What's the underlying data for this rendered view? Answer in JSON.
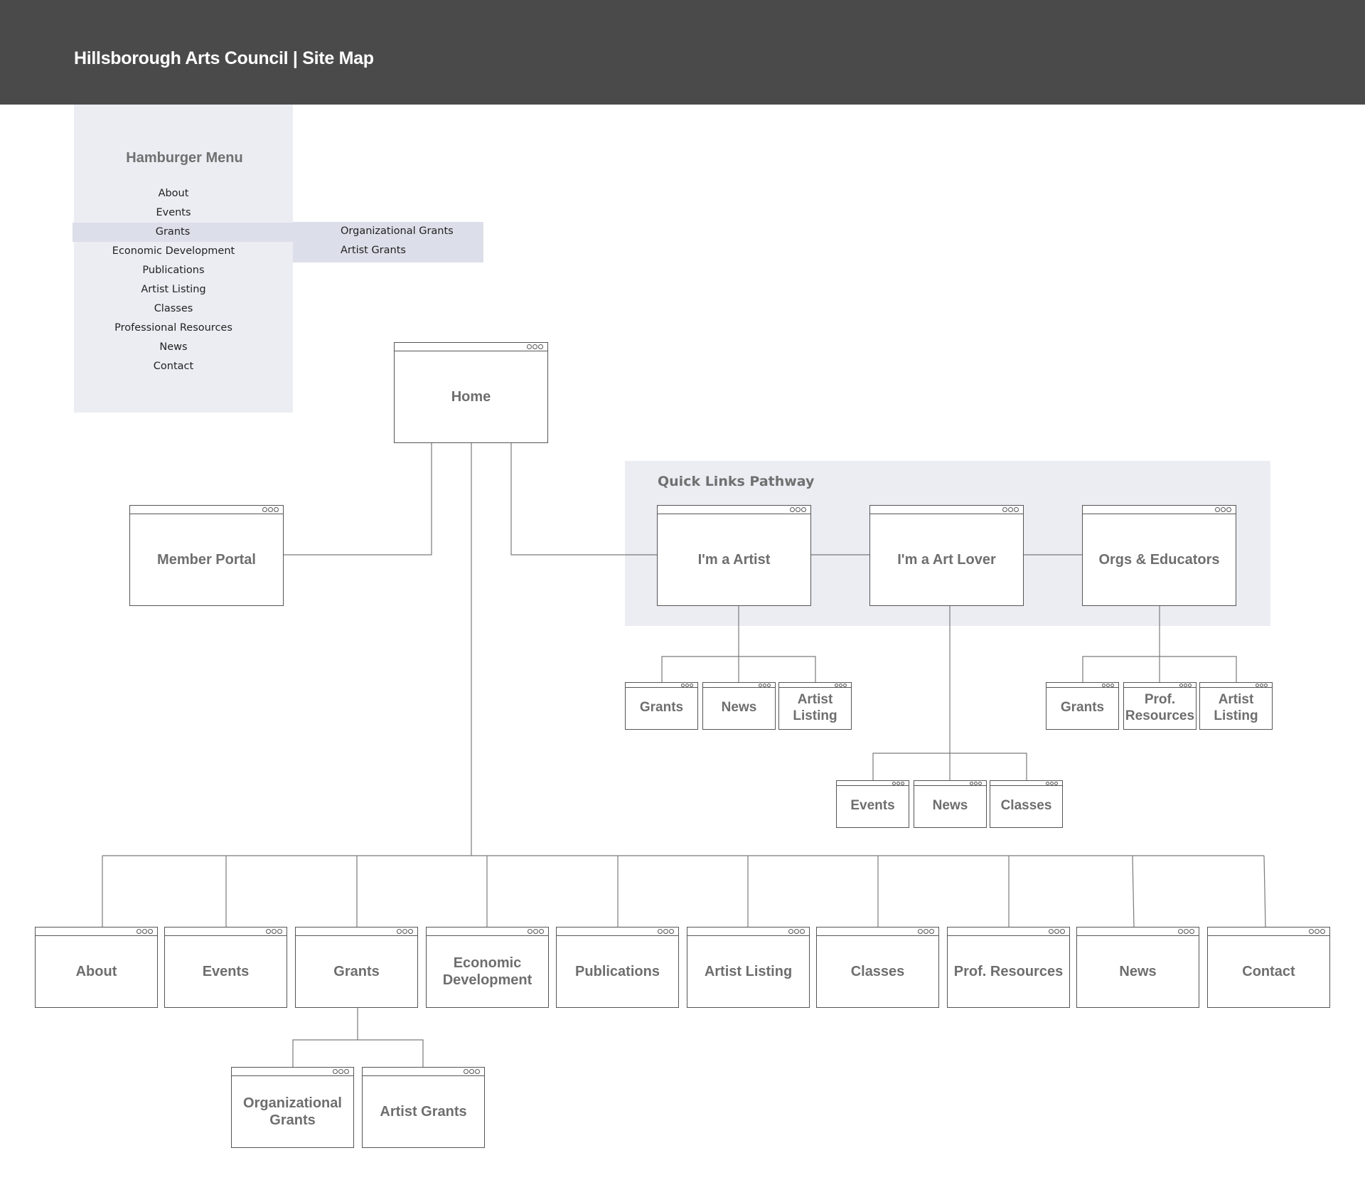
{
  "header": {
    "title": "Hillsborough Arts Council | Site Map"
  },
  "menu": {
    "title": "Hamburger Menu",
    "items": [
      "About",
      "Events",
      "Grants",
      "Economic Development",
      "Publications",
      "Artist Listing",
      "Classes",
      "Professional Resources",
      "News",
      "Contact"
    ],
    "active_item": "Grants",
    "submenu": [
      "Organizational Grants",
      "Artist Grants"
    ]
  },
  "quick_links": {
    "title": "Quick Links Pathway"
  },
  "pages": {
    "home": "Home",
    "member_portal": "Member Portal",
    "artist": "I'm a Artist",
    "art_lover": "I'm a Art Lover",
    "orgs": "Orgs & Educators",
    "artist_children": [
      "Grants",
      "News",
      "Artist Listing"
    ],
    "lover_children": [
      "Events",
      "News",
      "Classes"
    ],
    "orgs_children": [
      "Grants",
      "Prof. Resources",
      "Artist Listing"
    ],
    "main_children": [
      "About",
      "Events",
      "Grants",
      "Economic Development",
      "Publications",
      "Artist Listing",
      "Classes",
      "Prof. Resources",
      "News",
      "Contact"
    ],
    "grants_children": [
      "Organizational Grants",
      "Artist Grants"
    ]
  }
}
